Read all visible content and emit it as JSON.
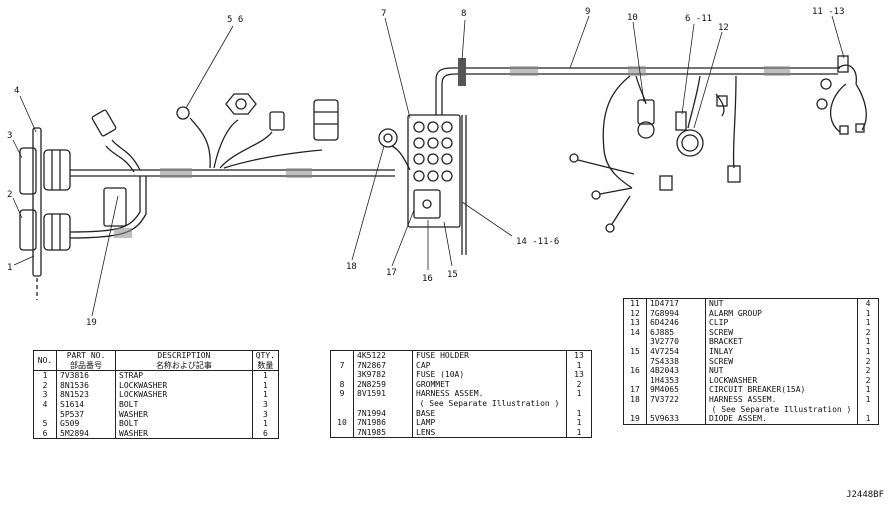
{
  "callouts": [
    {
      "id": "c4",
      "text": "4"
    },
    {
      "id": "c3",
      "text": "3"
    },
    {
      "id": "c2",
      "text": "2"
    },
    {
      "id": "c1",
      "text": "1"
    },
    {
      "id": "c56",
      "text": "5  6"
    },
    {
      "id": "c7",
      "text": "7"
    },
    {
      "id": "c8",
      "text": "8"
    },
    {
      "id": "c9",
      "text": "9"
    },
    {
      "id": "c10",
      "text": "10"
    },
    {
      "id": "c611",
      "text": "6 -11"
    },
    {
      "id": "c12",
      "text": "12"
    },
    {
      "id": "c1113",
      "text": "11 -13"
    },
    {
      "id": "c14116",
      "text": "14 -11-6"
    },
    {
      "id": "c18",
      "text": "18"
    },
    {
      "id": "c17",
      "text": "17"
    },
    {
      "id": "c16",
      "text": "16"
    },
    {
      "id": "c15",
      "text": "15"
    },
    {
      "id": "c19",
      "text": "19"
    }
  ],
  "table1": {
    "headers": {
      "no": "NO.",
      "part_no": "PART NO.",
      "part_no_jp": "部品番号",
      "description": "DESCRIPTION",
      "description_jp": "名称および記事",
      "qty": "QTY.",
      "qty_jp": "数量"
    },
    "rows": [
      {
        "no": "1",
        "part": "7V3816",
        "desc": "STRAP",
        "qty": "1"
      },
      {
        "no": "2",
        "part": "8N1536",
        "desc": "LOCKWASHER",
        "qty": "1"
      },
      {
        "no": "3",
        "part": "8N1523",
        "desc": "LOCKWASHER",
        "qty": "1"
      },
      {
        "no": "4",
        "part": "S1614",
        "desc": "BOLT",
        "qty": "3"
      },
      {
        "no": "",
        "part": "5P537",
        "desc": "WASHER",
        "qty": "3"
      },
      {
        "no": "5",
        "part": "G509",
        "desc": "BOLT",
        "qty": "1"
      },
      {
        "no": "6",
        "part": "5M2894",
        "desc": "WASHER",
        "qty": "6"
      }
    ]
  },
  "table2": {
    "rows": [
      {
        "no": "",
        "part": "4K5122",
        "desc": "FUSE HOLDER",
        "qty": "13"
      },
      {
        "no": "7",
        "part": "7N2867",
        "desc": "CAP",
        "qty": "1"
      },
      {
        "no": "",
        "part": "3K9782",
        "desc": "FUSE (10A)",
        "qty": "13"
      },
      {
        "no": "8",
        "part": "2N8259",
        "desc": "GROMMET",
        "qty": "2"
      },
      {
        "no": "9",
        "part": "8V1591",
        "desc": "HARNESS ASSEM.",
        "qty": "1"
      },
      {
        "no": "",
        "part": "",
        "desc": "( See Separate Illustration )",
        "qty": ""
      },
      {
        "no": "",
        "part": "7N1994",
        "desc": "BASE",
        "qty": "1"
      },
      {
        "no": "10",
        "part": "7N1986",
        "desc": "LAMP",
        "qty": "1"
      },
      {
        "no": "",
        "part": "7N1985",
        "desc": "LENS",
        "qty": "1"
      }
    ]
  },
  "table3": {
    "rows": [
      {
        "no": "11",
        "part": "1D4717",
        "desc": "NUT",
        "qty": "4"
      },
      {
        "no": "12",
        "part": "7G8994",
        "desc": "ALARM GROUP",
        "qty": "1"
      },
      {
        "no": "13",
        "part": "6D4246",
        "desc": "CLIP",
        "qty": "1"
      },
      {
        "no": "14",
        "part": "6J885",
        "desc": "SCREW",
        "qty": "2"
      },
      {
        "no": "",
        "part": "3V2770",
        "desc": "BRACKET",
        "qty": "1"
      },
      {
        "no": "15",
        "part": "4V7254",
        "desc": "INLAY",
        "qty": "1"
      },
      {
        "no": "",
        "part": "7S4338",
        "desc": "SCREW",
        "qty": "2"
      },
      {
        "no": "16",
        "part": "4B2043",
        "desc": "NUT",
        "qty": "2"
      },
      {
        "no": "",
        "part": "1H4353",
        "desc": "LOCKWASHER",
        "qty": "2"
      },
      {
        "no": "17",
        "part": "9M4065",
        "desc": "CIRCUIT BREAKER(15A)",
        "qty": "1"
      },
      {
        "no": "18",
        "part": "7V3722",
        "desc": "HARNESS ASSEM.",
        "qty": "1"
      },
      {
        "no": "",
        "part": "",
        "desc": "( See Separate Illustration )",
        "qty": ""
      },
      {
        "no": "19",
        "part": "5V9633",
        "desc": "DIODE ASSEM.",
        "qty": "1"
      }
    ]
  },
  "figure_ref": "J2448BF"
}
